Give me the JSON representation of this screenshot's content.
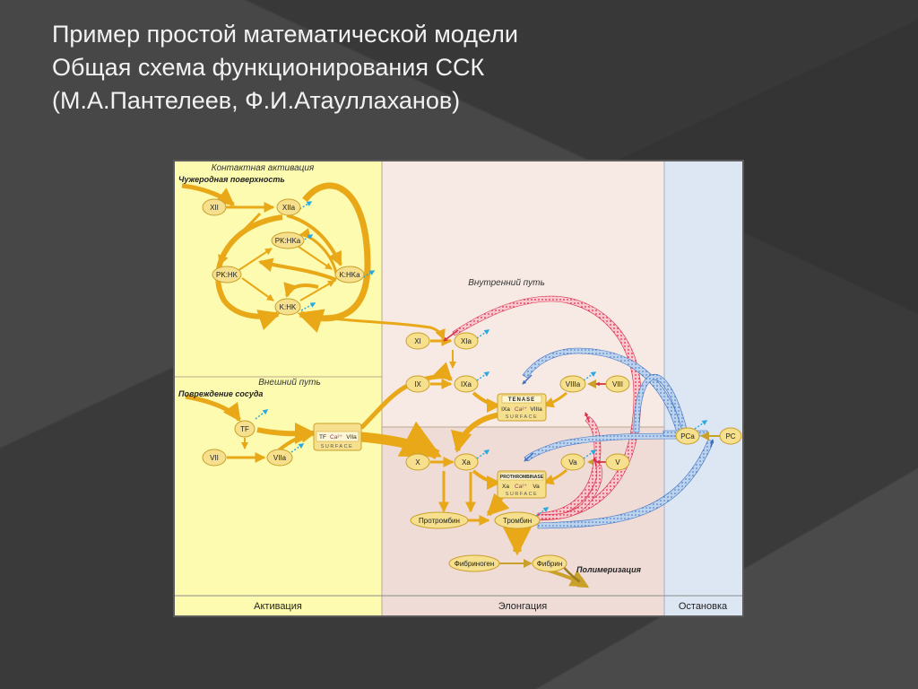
{
  "slide": {
    "title_line1": "Пример простой математической модели",
    "title_line2": "Общая схема функционирования ССК",
    "title_line3": "(М.А.Пантелеев, Ф.И.Атауллаханов)"
  },
  "diagram": {
    "zones": {
      "activation": "Активация",
      "elongation": "Элонгация",
      "stop": "Остановка"
    },
    "sections": {
      "contact_activation": "Контактная активация",
      "foreign_surface": "Чужеродная поверхность",
      "extrinsic_path": "Внешний путь",
      "vessel_damage": "Повреждение сосуда",
      "intrinsic_path": "Внутренний путь",
      "polymerization": "Полимеризация"
    },
    "nodes": {
      "xii": "XII",
      "xiia": "XIIa",
      "pk_hka": "PK:HKa",
      "pk_hk": "PK:HK",
      "k_hka": "K:HKa",
      "k_hk": "K:HK",
      "tf": "TF",
      "vii": "VII",
      "viia": "VIIa",
      "xi": "XI",
      "xia": "XIa",
      "ix": "IX",
      "ixa": "IXa",
      "viiia": "VIIIa",
      "viii": "VIII",
      "x": "X",
      "xa": "Xa",
      "va": "Va",
      "v": "V",
      "pca": "PCa",
      "pc": "PC",
      "prothrombin": "Протромбин",
      "thrombin": "Тромбин",
      "fibrinogen": "Фибриноген",
      "fibrin": "Фибрин"
    },
    "complexes": {
      "tf_complex": {
        "parts": [
          "TF",
          "Ca²⁺",
          "VIIa"
        ],
        "surface": "SURFACE"
      },
      "tenase": {
        "name": "TENASE",
        "parts": [
          "IXa",
          "Ca²⁺",
          "VIIIa"
        ],
        "surface": "SURFACE"
      },
      "prothrombinase": {
        "name": "PROTHROMBINASE",
        "parts": [
          "Xa",
          "Ca²⁺",
          "Va"
        ],
        "surface": "SURFACE"
      }
    },
    "colors": {
      "activation_bg": "#fdfbb0",
      "elongation_bg": "#f7e9e4",
      "elongation_lower_bg": "#f0dcd7",
      "stop_bg": "#dde6f3",
      "node_fill": "#f6e08e",
      "node_stroke": "#c9a02a",
      "main_arrow": "#e8a818",
      "thrombin_feedback": "#e0667a",
      "pc_pathway": "#8fb3dc",
      "activation_marker": "#2aa9e0"
    }
  }
}
